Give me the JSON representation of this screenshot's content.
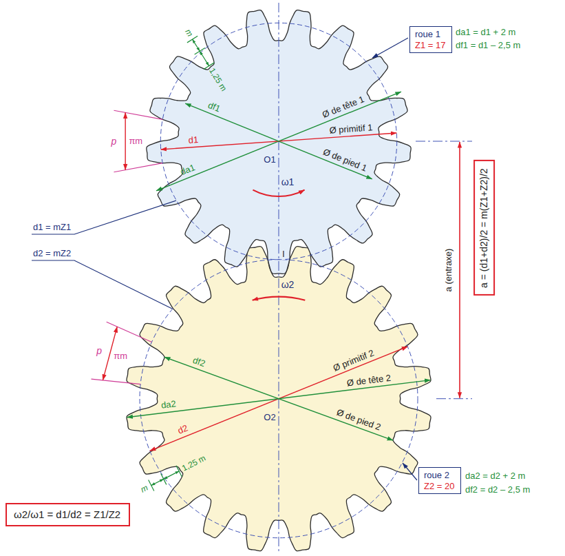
{
  "diagram": {
    "nodes": [
      {
        "text": [
          "roue 1",
          "Z1 = 17"
        ]
      },
      {
        "text": [
          "a = (d1+d2)/2 = m(Z1+Z2)/2"
        ]
      },
      {
        "text": [
          "roue 2",
          "Z2 = 20"
        ]
      },
      {
        "text": [
          "ω2/ω1 = d1/d2 = Z1/Z2"
        ]
      }
    ],
    "labels": [
      "1,25 m",
      "m",
      "da1 = d1 + 2 m",
      "df1 = d1 – 2,5 m",
      "df1",
      "Ø de tête 1",
      "Ø primitif 1",
      "p",
      "πm",
      "d1",
      "da1",
      "O1",
      "Ø de pied 1",
      "ω1",
      "a (entraxe)",
      "d1 = mZ1",
      "d2 = mZ2",
      "I",
      "ω2",
      "p",
      "πm",
      "Ø primitif 2",
      "Ø de tête 2",
      "df2",
      "da2",
      "d2",
      "O2",
      "Ø de pied 2",
      "1,25 m",
      "m",
      "da2 = d2 + 2 m",
      "df2 = d2 – 2,5 m"
    ]
  }
}
